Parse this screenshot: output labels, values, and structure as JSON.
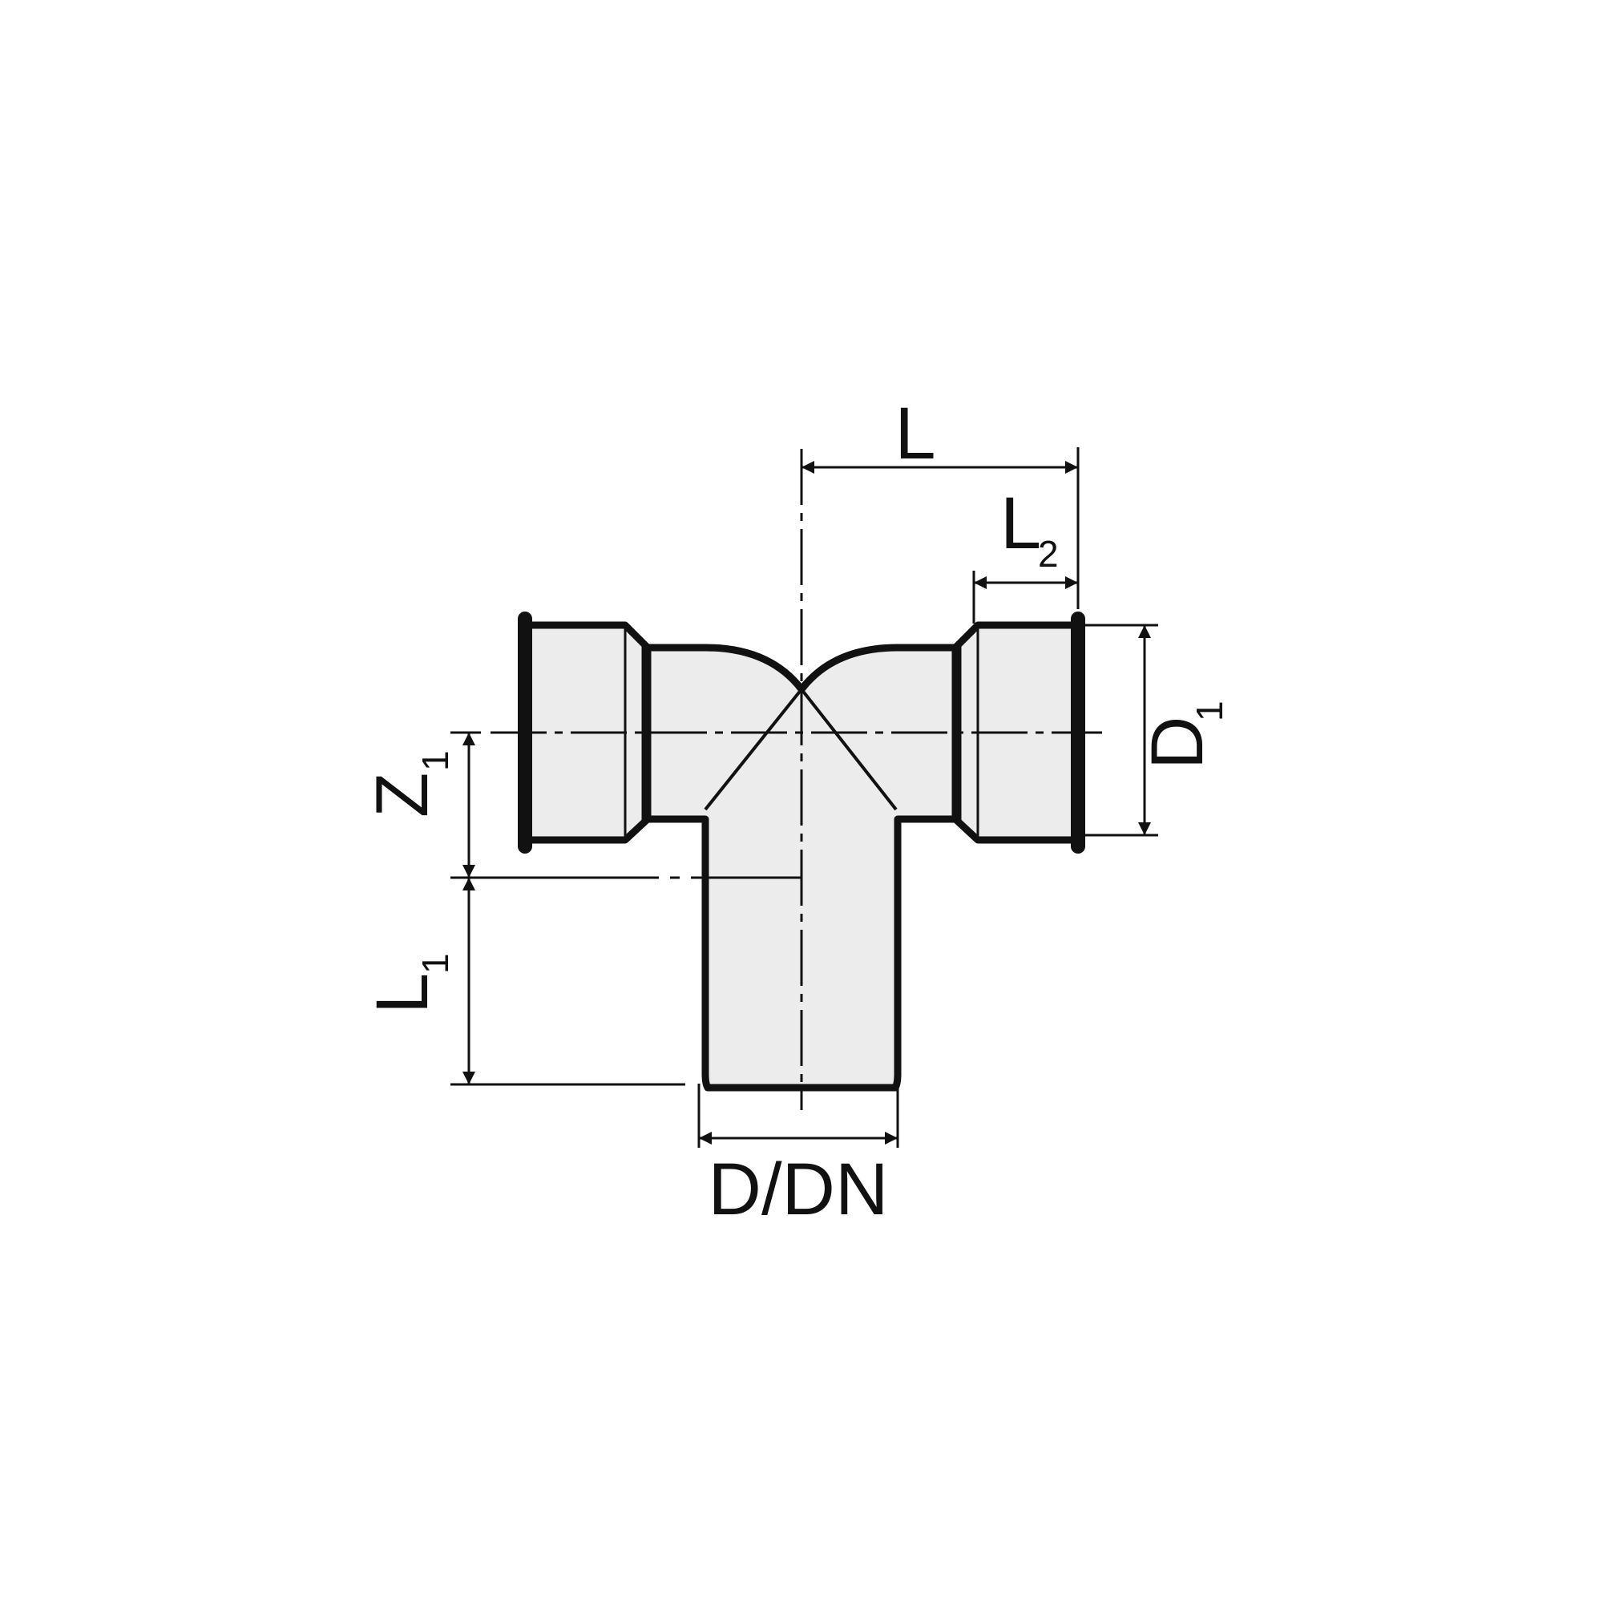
{
  "drawing": {
    "labels": {
      "L": "L",
      "L2_main": "L",
      "L2_sub": "2",
      "D1_main": "D",
      "D1_sub": "1",
      "Z1_main": "Z",
      "Z1_sub": "1",
      "L1_main": "L",
      "L1_sub": "1",
      "D_DN": "D/DN"
    },
    "colors": {
      "stroke": "#111111",
      "fill": "#ececec",
      "background": "#ffffff"
    }
  }
}
